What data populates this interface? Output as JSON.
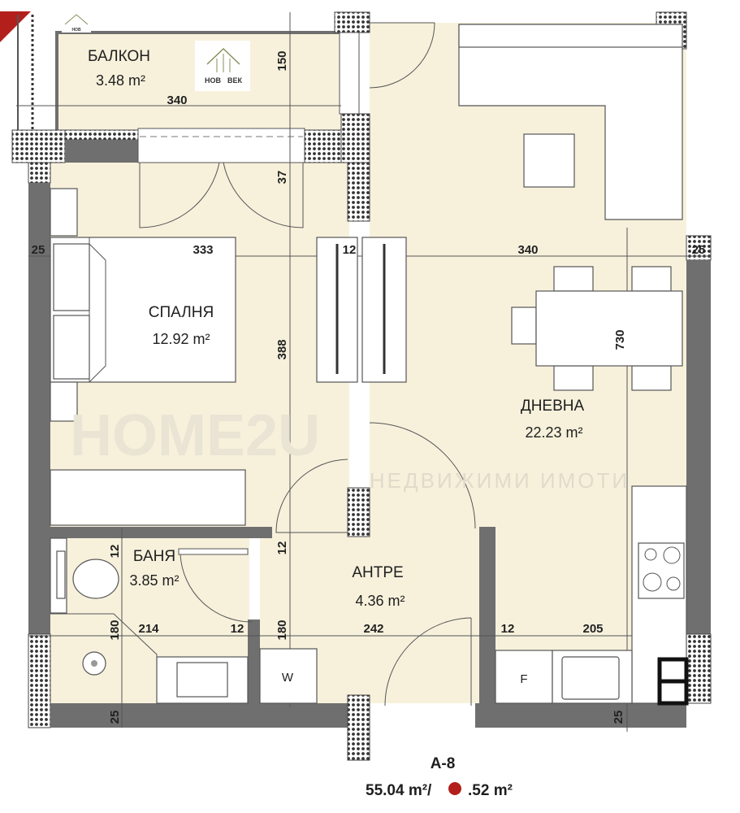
{
  "plan": {
    "unit_code": "A-8",
    "total_area_visible": "55.04 m²/",
    "total_area_tail": ".52 m²",
    "colors": {
      "floor": "#f7f1dc",
      "wall": "#6f6f6f",
      "accent_red": "#b3201c"
    },
    "rooms": {
      "balcony": {
        "name": "БАЛКОН",
        "area": "3.48 m²"
      },
      "bedroom": {
        "name": "СПАЛНЯ",
        "area": "12.92 m²"
      },
      "living": {
        "name": "ДНЕВНА",
        "area": "22.23 m²"
      },
      "bathroom": {
        "name": "БАНЯ",
        "area": "3.85 m²"
      },
      "hall": {
        "name": "АНТРЕ",
        "area": "4.36 m²"
      }
    },
    "fixtures": {
      "washer": "W",
      "fridge": "F"
    },
    "dimensions": {
      "balcony_depth": "150",
      "balcony_width": "340",
      "d37": "37",
      "left_wall": "25",
      "bedroom_width": "333",
      "partition": "12",
      "living_width": "340",
      "right_wall": "25",
      "living_depth": "730",
      "bedroom_depth": "388",
      "bath_top_wall": "12",
      "hall_top_wall": "12",
      "bath_depth": "180",
      "bath_width": "214",
      "bath_partition": "12",
      "hall_depth": "180",
      "hall_width": "242",
      "kitchen_partition": "12",
      "kitchen_width": "205",
      "bottom_wall_left": "25",
      "bottom_wall_right": "25"
    }
  },
  "branding": {
    "logo_text_left": "НОВ",
    "logo_text_right": "ВЕК",
    "watermark": "HOME2U",
    "watermark_sub": "НЕДВИЖИМИ ИМОТИ"
  }
}
